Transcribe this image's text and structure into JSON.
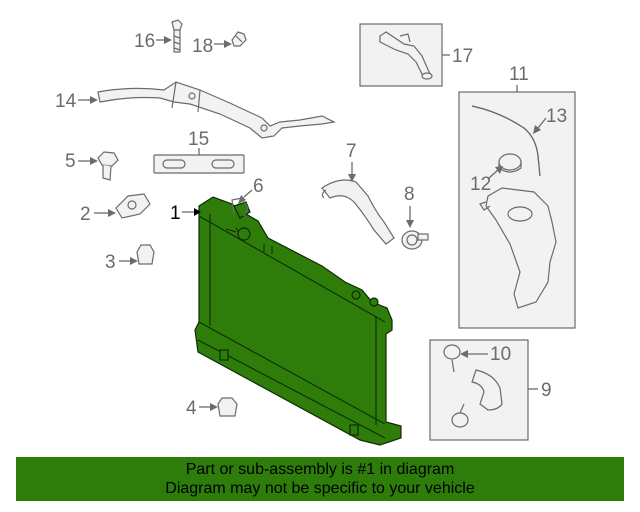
{
  "diagram": {
    "colors": {
      "highlight": "#2e7d0b",
      "line": "#6b6b6b",
      "part_fill": "#f2f2f2"
    },
    "highlighted_callout": "1",
    "callouts": {
      "c1": "1",
      "c2": "2",
      "c3": "3",
      "c4": "4",
      "c5": "5",
      "c6": "6",
      "c7": "7",
      "c8": "8",
      "c9": "9",
      "c10": "10",
      "c11": "11",
      "c12": "12",
      "c13": "13",
      "c14": "14",
      "c15": "15",
      "c16": "16",
      "c17": "17",
      "c18": "18"
    }
  },
  "banner": {
    "line1": "Part or sub-assembly is #1 in diagram",
    "line2": "Diagram may not be specific to your vehicle"
  }
}
